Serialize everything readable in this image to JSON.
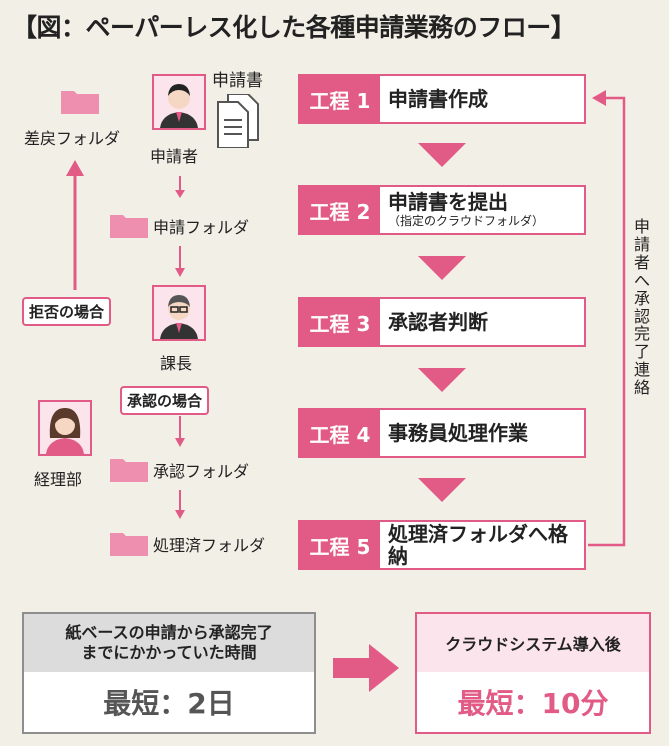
{
  "title": "【図：ペーパーレス化した各種申請業務のフロー】",
  "steps": [
    {
      "tag": "工程 1",
      "text": "申請書作成",
      "sub": ""
    },
    {
      "tag": "工程 2",
      "text": "申請書を提出",
      "sub": "（指定のクラウドフォルダ）"
    },
    {
      "tag": "工程 3",
      "text": "承認者判断",
      "sub": ""
    },
    {
      "tag": "工程 4",
      "text": "事務員処理作業",
      "sub": ""
    },
    {
      "tag": "工程 5",
      "text": "処理済フォルダへ格納",
      "sub": ""
    }
  ],
  "left_flow": {
    "return_folder": "差戻フォルダ",
    "document_label": "申請書",
    "applicant": "申請者",
    "applicant_folder": "申請フォルダ",
    "reject_label": "拒否の場合",
    "manager": "課長",
    "approve_label": "承認の場合",
    "accounting": "経理部",
    "approved_folder": "承認フォルダ",
    "done_folder": "処理済フォルダ"
  },
  "vertical_note": "申請者へ承認完了連絡",
  "comparison": {
    "before_line1": "紙ベースの申請から承認完了",
    "before_line2": "までにかかっていた時間",
    "before_value": "最短：2日",
    "after_label": "クラウドシステム導入後",
    "after_value": "最短：10分"
  },
  "colors": {
    "accent": "#e25a86",
    "folder": "#ef8fb0",
    "background": "#f2efe6"
  }
}
